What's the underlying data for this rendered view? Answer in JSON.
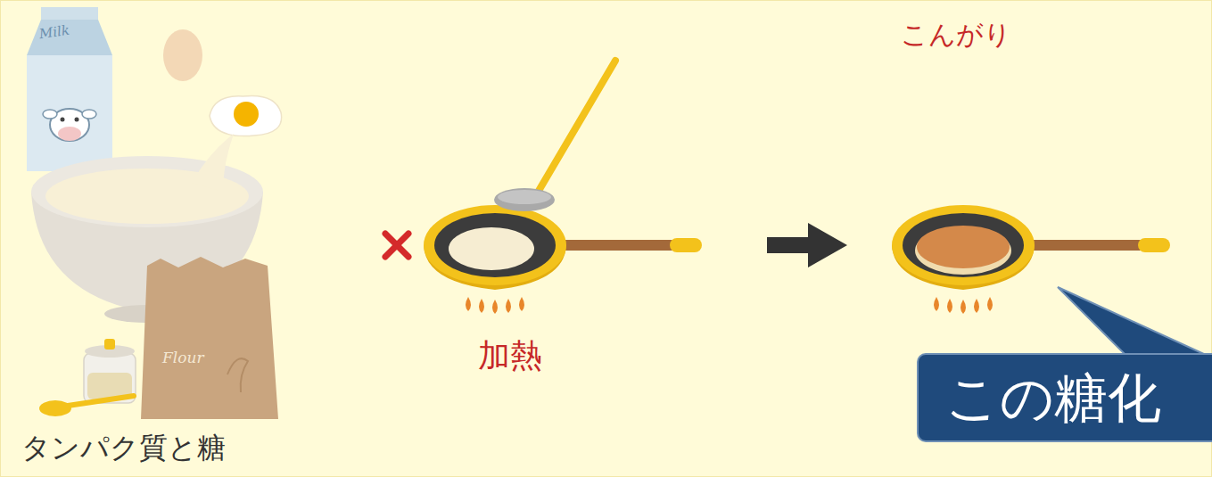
{
  "diagram": {
    "nodes": [
      {
        "text": [
          "この糖化"
        ]
      }
    ],
    "labels": [
      "Milk",
      "Flour",
      "こんがり",
      "加熱",
      "タンパク質と糖"
    ]
  }
}
